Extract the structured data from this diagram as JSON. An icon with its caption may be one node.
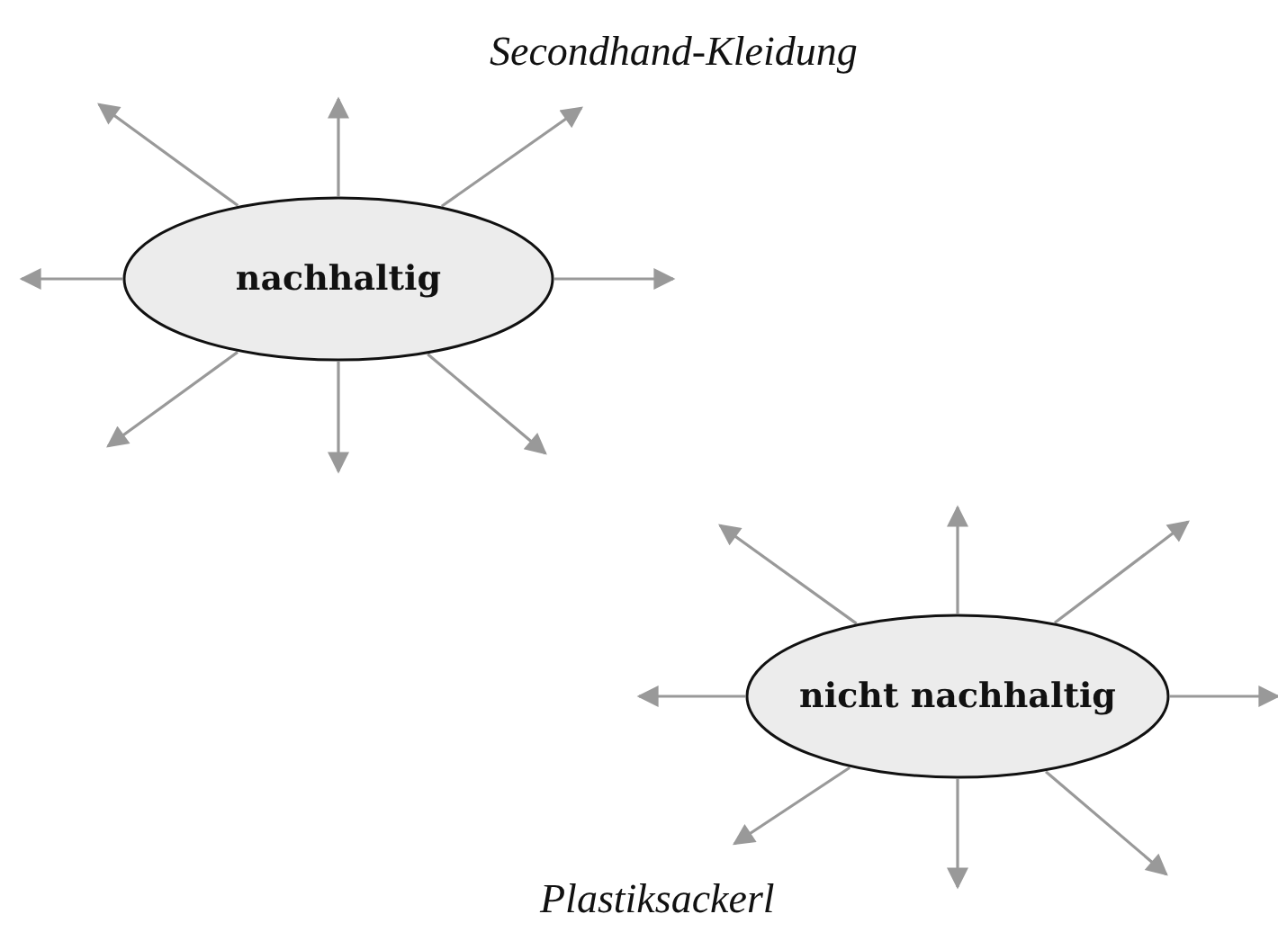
{
  "diagram": {
    "nodes": [
      {
        "text": [
          "nachhaltig"
        ]
      },
      {
        "text": [
          "nicht nachhaltig"
        ]
      }
    ],
    "edges": [
      {
        "from": 0,
        "to": null,
        "arrow": "to"
      },
      {
        "from": 0,
        "to": null,
        "arrow": "to"
      },
      {
        "from": 0,
        "to": null,
        "arrow": "to"
      },
      {
        "from": 0,
        "to": null,
        "arrow": "to"
      },
      {
        "from": 0,
        "to": null,
        "arrow": "to"
      },
      {
        "from": 0,
        "to": null,
        "arrow": "to"
      },
      {
        "from": 0,
        "to": null,
        "arrow": "to"
      },
      {
        "from": 0,
        "to": null,
        "arrow": "to"
      },
      {
        "from": 1,
        "to": null,
        "arrow": "to"
      },
      {
        "from": 1,
        "to": null,
        "arrow": "to"
      },
      {
        "from": 1,
        "to": null,
        "arrow": "to"
      },
      {
        "from": 1,
        "to": null,
        "arrow": "to"
      },
      {
        "from": 1,
        "to": null,
        "arrow": "to"
      },
      {
        "from": 1,
        "to": null,
        "arrow": "to"
      },
      {
        "from": 1,
        "to": null,
        "arrow": "to"
      },
      {
        "from": 1,
        "to": null,
        "arrow": "to"
      }
    ],
    "labels": [
      "Secondhand-Kleidung",
      "Plastiksackerl"
    ]
  }
}
